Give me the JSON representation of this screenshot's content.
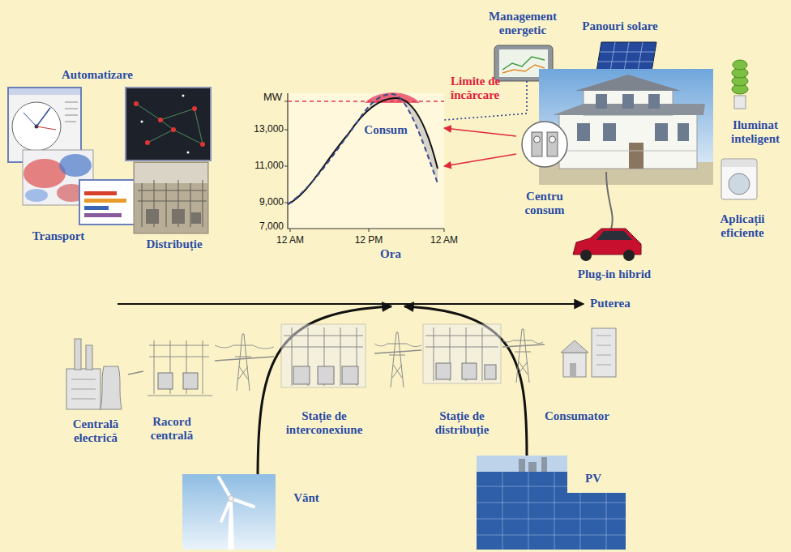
{
  "diagram": {
    "nodes": [
      {
        "text": [
          "Automatizare"
        ]
      },
      {
        "text": [
          "Transport"
        ]
      },
      {
        "text": [
          "Distribuție"
        ]
      },
      {
        "text": [
          "Consum"
        ]
      },
      {
        "text": [
          "Management energetic"
        ]
      },
      {
        "text": [
          "Panouri solare"
        ]
      },
      {
        "text": [
          "Iluminat inteligent"
        ]
      },
      {
        "text": [
          "Centru consum"
        ]
      },
      {
        "text": [
          "Plug-in hibrid"
        ]
      },
      {
        "text": [
          "Aplicații eficiente"
        ]
      },
      {
        "text": [
          "Centrală electrică"
        ]
      },
      {
        "text": [
          "Racord centrală"
        ]
      },
      {
        "text": [
          "Stație de interconexiune"
        ]
      },
      {
        "text": [
          "Stație de distribuție"
        ]
      },
      {
        "text": [
          "Consumator"
        ]
      },
      {
        "text": [
          "Vânt"
        ]
      },
      {
        "text": [
          "PV"
        ]
      }
    ],
    "edges": [
      {
        "from": 4,
        "to": 3,
        "arrow": "none"
      },
      {
        "from": 7,
        "to": 3,
        "arrow": "to"
      },
      {
        "from": 7,
        "to": 3,
        "arrow": "to"
      },
      {
        "from": 10,
        "to": 11,
        "arrow": "none"
      },
      {
        "from": 11,
        "to": 12,
        "arrow": "none"
      },
      {
        "from": 12,
        "to": 13,
        "arrow": "none"
      },
      {
        "from": 13,
        "to": 14,
        "arrow": "none"
      }
    ],
    "labels": [
      "MW",
      "13,000",
      "11,000",
      "9,000",
      "7,000",
      "12 AM",
      "12 PM",
      "12 AM",
      "Ora",
      "Limite de încărcare",
      "Puterea"
    ]
  }
}
